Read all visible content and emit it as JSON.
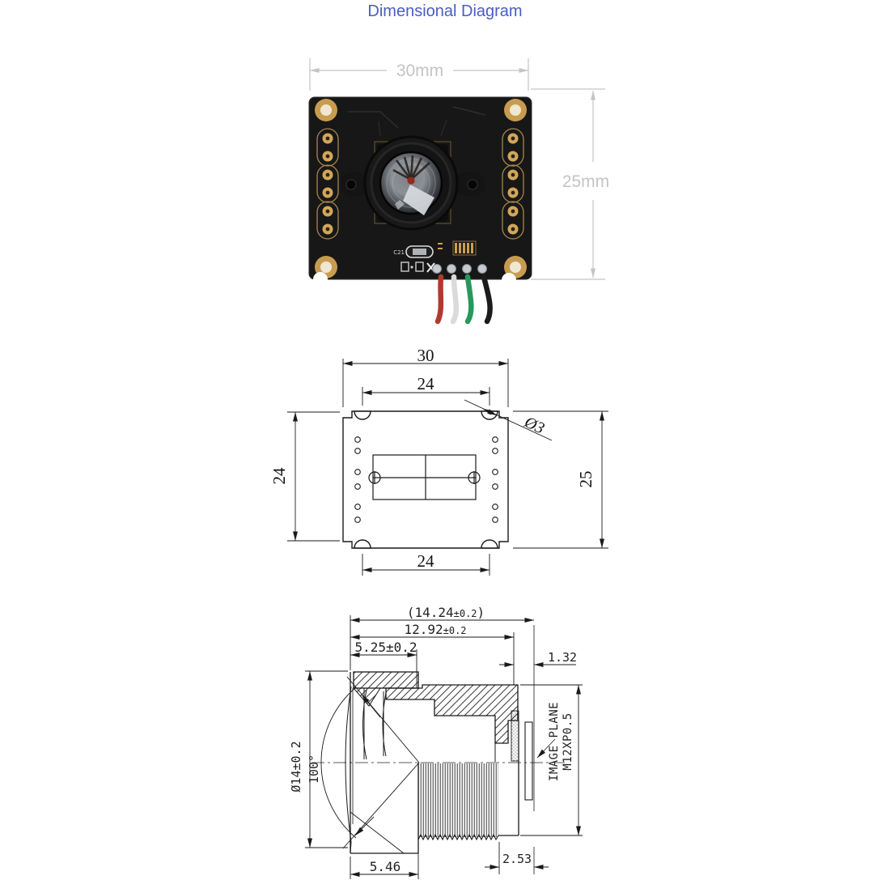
{
  "page": {
    "title": "Dimensional Diagram"
  },
  "colors": {
    "title_blue": "#4a5cc5",
    "photo_dim_gray": "#c4c4c4",
    "drawing_line": "#1a1a1a",
    "pcb_gold": "#c89c50",
    "wire_colors": [
      "#b03a2e",
      "#ececec",
      "#27985c",
      "#1b1b1b"
    ]
  },
  "photo": {
    "width_label": "30mm",
    "height_label": "25mm",
    "silkscreen_c21": "C21"
  },
  "pcb_drawing": {
    "width_mm": "30",
    "top_hole_span_mm": "24",
    "hole_diameter": "Ø3",
    "left_height_mm": "24",
    "right_height_mm": "25",
    "bottom_hole_span_mm": "24"
  },
  "lens_drawing": {
    "overall_pre": "(14.24",
    "overall_tol": "±0.2",
    "overall_post": ")",
    "body_val": "12.92",
    "body_tol": "±0.2",
    "front_len": "5.25±0.2",
    "rear_gap": "1.32",
    "diameter": "Ø14±0.2",
    "fov_angle": "100°",
    "image_plane_label": "IMAGE PLANE",
    "thread_spec": "M12XP0.5",
    "front_barrel_len": "5.46",
    "rear_len": "2.53"
  }
}
